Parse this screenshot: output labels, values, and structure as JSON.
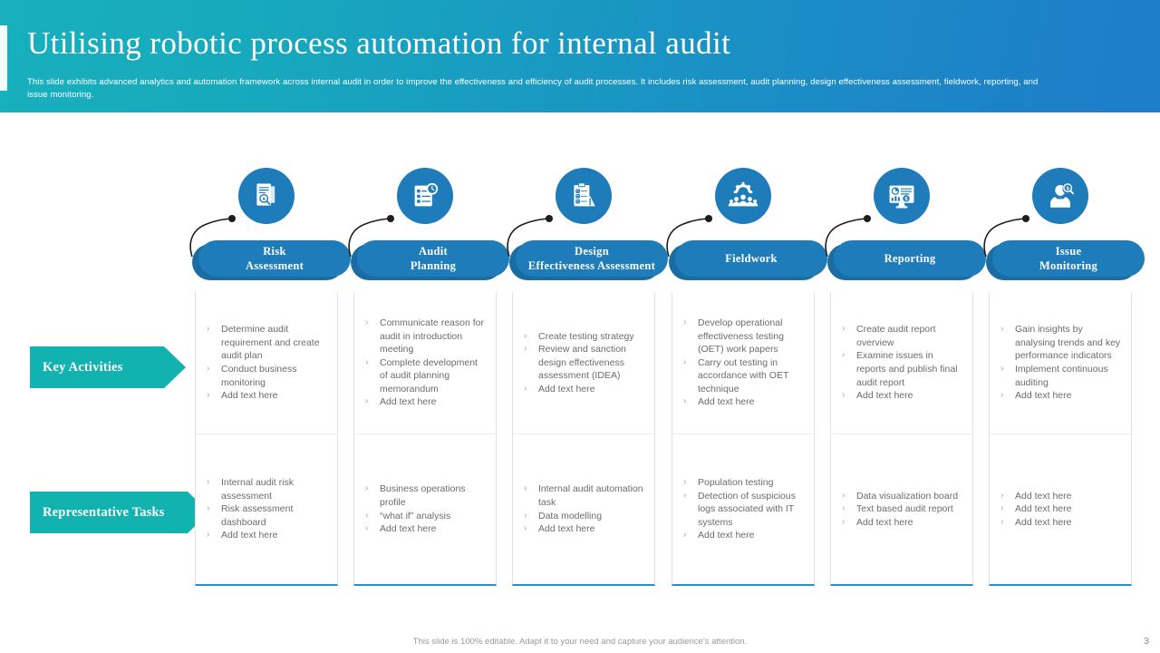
{
  "header": {
    "title": "Utilising robotic process automation for internal audit",
    "subtitle": "This slide exhibits advanced analytics and automation  framework across internal audit in order to improve the effectiveness and efficiency of audit processes. It includes risk assessment, audit planning,  design effectiveness assessment, fieldwork, reporting, and issue monitoring.",
    "accent_color": "#18b0bd",
    "accent_color_right": "#1f7dc9"
  },
  "row_labels": {
    "key_activities": "Key Activities",
    "representative_tasks": "Representative Tasks",
    "color": "#12b2b1"
  },
  "stage_color": "#1f7cba",
  "stage_shadow_color": "#1a6ca3",
  "stages": [
    {
      "icon": "document-search-icon",
      "label_line1": "Risk",
      "label_line2": "Assessment",
      "key_activities": [
        "Determine audit requirement and create audit plan",
        "Conduct business monitoring",
        "Add text here"
      ],
      "representative_tasks": [
        "Internal audit risk assessment",
        "Risk assessment dashboard",
        "Add text here"
      ]
    },
    {
      "icon": "checklist-clock-icon",
      "label_line1": "Audit",
      "label_line2": "Planning",
      "key_activities": [
        "Communicate reason for audit in introduction meeting",
        "Complete development of audit planning memorandum",
        "Add text here"
      ],
      "representative_tasks": [
        "Business operations profile",
        "“what if” analysis",
        "Add text here"
      ]
    },
    {
      "icon": "clipboard-pencil-icon",
      "label_line1": "Design",
      "label_line2": "Effectiveness  Assessment",
      "key_activities": [
        "Create testing strategy",
        "Review and sanction design effectiveness assessment (IDEA)",
        "Add text here"
      ],
      "representative_tasks": [
        "Internal audit automation task",
        "Data modelling",
        "Add text here"
      ]
    },
    {
      "icon": "team-gear-icon",
      "label_line1": "Fieldwork",
      "label_line2": "",
      "key_activities": [
        "Develop operational effectiveness testing (OET) work papers",
        "Carry out testing in accordance with OET technique",
        "Add text here"
      ],
      "representative_tasks": [
        "Population testing",
        "Detection of suspicious logs associated with IT systems",
        "Add text here"
      ]
    },
    {
      "icon": "dashboard-monitor-icon",
      "label_line1": "Reporting",
      "label_line2": "",
      "key_activities": [
        "Create audit report overview",
        "Examine issues in reports and publish final audit report",
        "Add text here"
      ],
      "representative_tasks": [
        "Data visualization board",
        "Text based audit report",
        "Add text here"
      ]
    },
    {
      "icon": "person-magnifier-icon",
      "label_line1": "Issue",
      "label_line2": "Monitoring",
      "key_activities": [
        "Gain insights by analysing trends and key performance indicators",
        "Implement continuous auditing",
        "Add text here"
      ],
      "representative_tasks": [
        "Add text here",
        "Add text here",
        "Add text here"
      ]
    }
  ],
  "bullet_glyph": "›",
  "footer": {
    "note": "This slide is 100% editable. Adapt it to your need and capture your audience’s attention.",
    "page_number": "3"
  }
}
